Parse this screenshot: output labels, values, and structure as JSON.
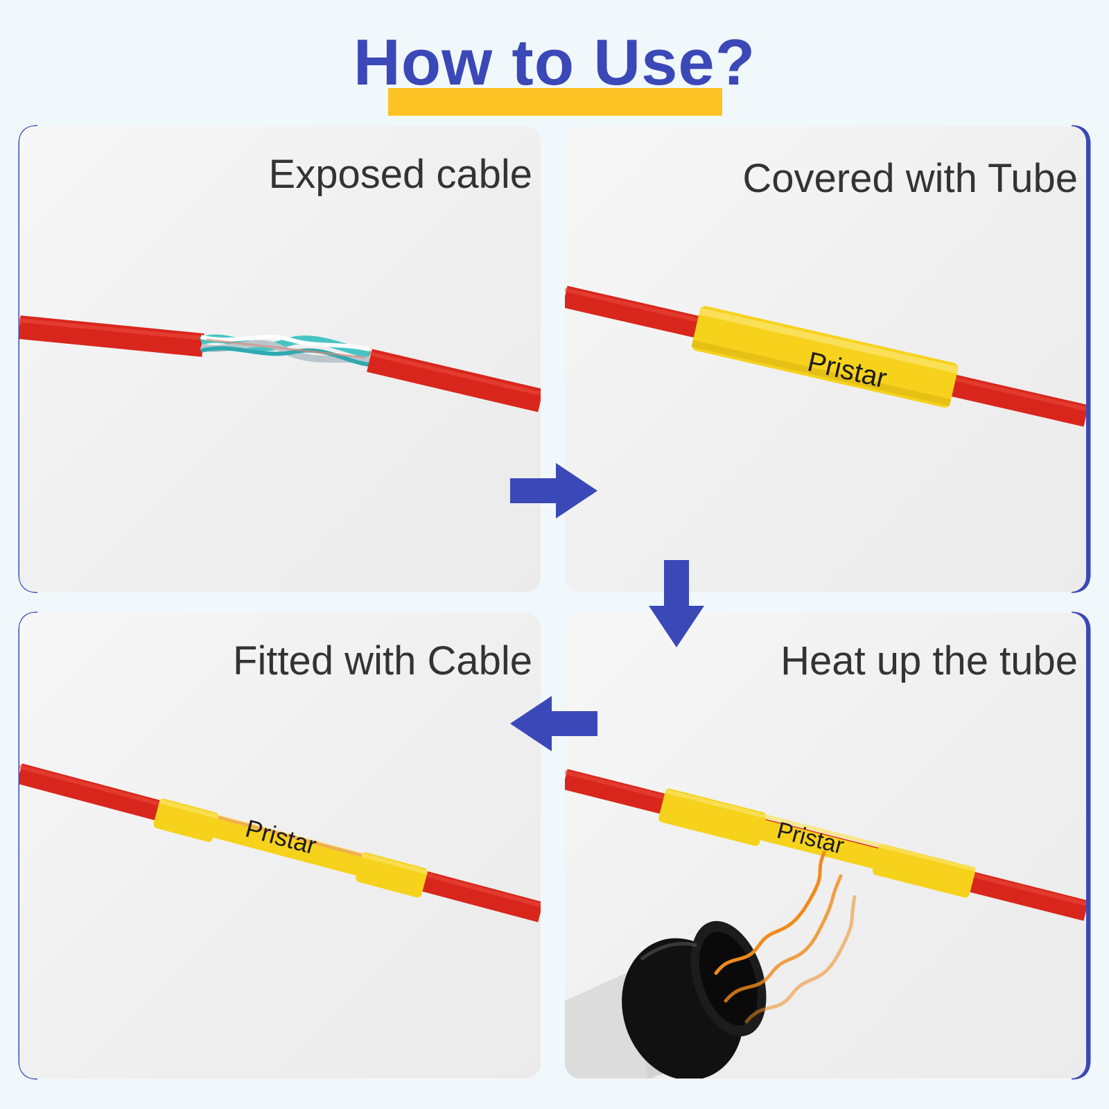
{
  "header": {
    "title": "How to Use?"
  },
  "steps": [
    {
      "label": "Exposed cable"
    },
    {
      "label": "Covered with Tube",
      "tube_text": "Pristar"
    },
    {
      "label": "Fitted with Cable",
      "tube_text": "Pristar"
    },
    {
      "label": "Heat up the tube",
      "tube_text": "Pristar"
    }
  ],
  "colors": {
    "accent_blue": "#3b48b8",
    "highlight_yellow": "#fcc324",
    "cable_red": "#d9261c",
    "tube_yellow": "#f6d21c",
    "heat_orange": "#f08a1c"
  },
  "icons": {
    "arrow_1": "arrow-right-icon",
    "arrow_2": "arrow-down-icon",
    "arrow_3": "arrow-left-icon",
    "heat_gun": "heat-gun-icon"
  }
}
